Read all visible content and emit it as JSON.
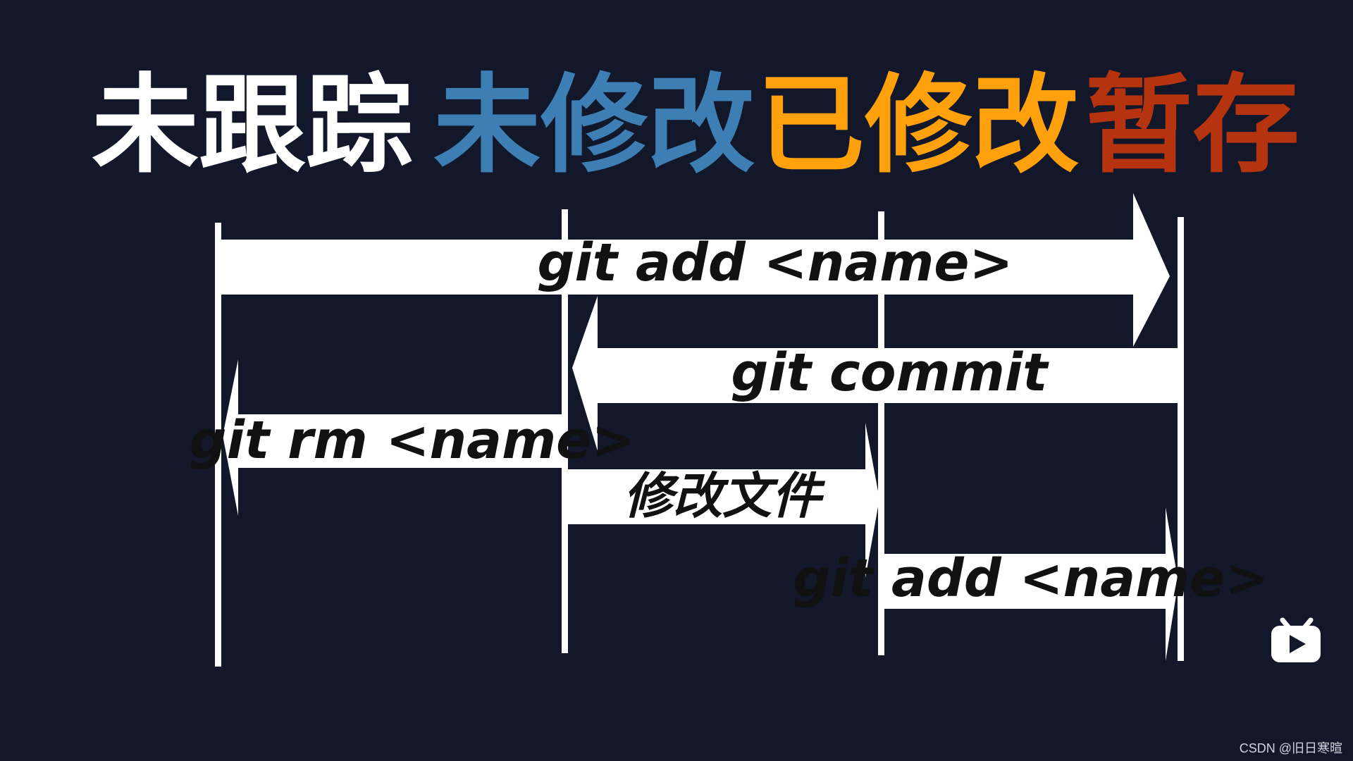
{
  "states": [
    {
      "id": "untracked",
      "label": "未跟踪",
      "color": "#ffffff"
    },
    {
      "id": "unmodified",
      "label": "未修改",
      "color": "#3d7fb5"
    },
    {
      "id": "modified",
      "label": "已修改",
      "color": "#ffa10c"
    },
    {
      "id": "staged",
      "label": "暂存",
      "color": "#b5330f"
    }
  ],
  "transitions": [
    {
      "id": "git-add-1",
      "label": "git add <name>",
      "from": "untracked",
      "to": "staged"
    },
    {
      "id": "git-commit",
      "label": "git commit",
      "from": "staged",
      "to": "unmodified"
    },
    {
      "id": "git-rm",
      "label": "git rm <name>",
      "from": "unmodified",
      "to": "untracked"
    },
    {
      "id": "edit-file",
      "label": "修改文件",
      "from": "unmodified",
      "to": "modified"
    },
    {
      "id": "git-add-2",
      "label": "git add <name>",
      "from": "modified",
      "to": "staged"
    }
  ],
  "play_icon": "bilibili-tv-icon",
  "watermark": "CSDN @旧日寒暄"
}
